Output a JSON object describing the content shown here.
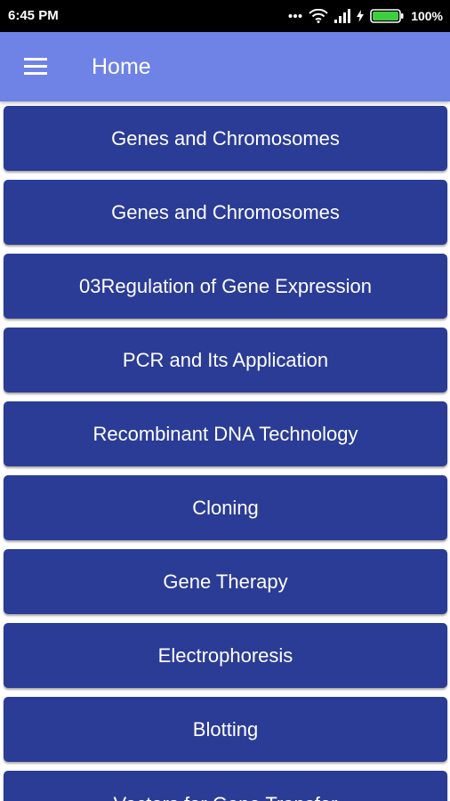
{
  "status_bar": {
    "time": "6:45 PM",
    "battery": "100%",
    "icons": [
      "more-dots-icon",
      "wifi-icon",
      "signal-icon",
      "charging-bolt-icon",
      "battery-icon"
    ],
    "battery_color": "#3fce3f"
  },
  "header": {
    "title": "Home",
    "menu_icon": "hamburger-menu-icon",
    "background": "#6f82e6"
  },
  "topics": {
    "button_color": "#2b3c96",
    "items": [
      {
        "label": "Genes and Chromosomes"
      },
      {
        "label": "Genes and Chromosomes"
      },
      {
        "label": "03Regulation of Gene Expression"
      },
      {
        "label": "PCR and Its Application"
      },
      {
        "label": "Recombinant DNA Technology"
      },
      {
        "label": "Cloning"
      },
      {
        "label": "Gene Therapy"
      },
      {
        "label": "Electrophoresis"
      },
      {
        "label": "Blotting"
      },
      {
        "label": "Vectors for Gene Transfer"
      }
    ]
  }
}
